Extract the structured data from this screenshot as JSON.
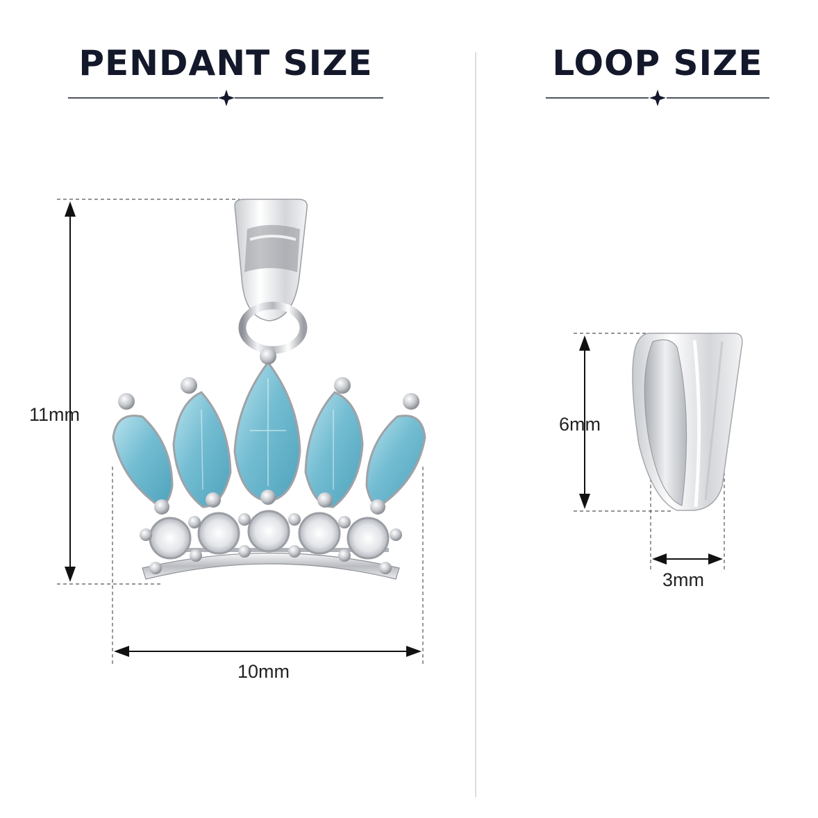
{
  "pendant_section": {
    "title": "PENDANT SIZE",
    "height_label": "11mm",
    "width_label": "10mm"
  },
  "loop_section": {
    "title": "LOOP SIZE",
    "height_label": "6mm",
    "width_label": "3mm"
  },
  "colors": {
    "heading": "#14182b",
    "gem_aqua": "#7fc3d6",
    "silver": "#d6d8dc",
    "divider": "#dddddd"
  }
}
